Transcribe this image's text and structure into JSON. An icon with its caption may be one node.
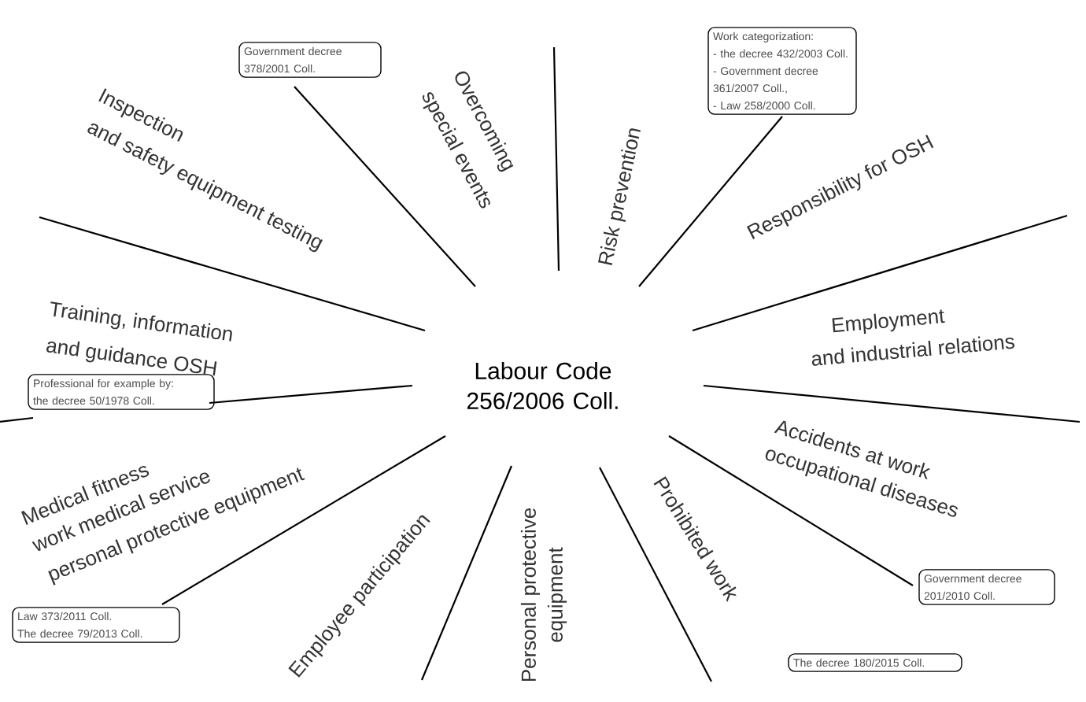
{
  "diagram": {
    "nodes": [
      {
        "text": [
          "Labour Code 256/2006 Coll."
        ]
      },
      {
        "text": [
          "Government decree 378/2001 Coll."
        ]
      },
      {
        "text": [
          "Work categorization:",
          "- the decree 432/2003 Coll.",
          "- Government decree 361/2007 Coll.,",
          "- Law 258/2000 Coll."
        ]
      },
      {
        "text": [
          "Professional for example by:",
          "the decree 50/1978 Coll."
        ]
      },
      {
        "text": [
          "Government decree 201/2010 Coll."
        ]
      },
      {
        "text": [
          "Law 373/2011 Coll.",
          "The decree 79/2013 Coll."
        ]
      },
      {
        "text": [
          "The decree 180/2015 Coll."
        ]
      }
    ],
    "labels": [
      "Inspection",
      "and safety equipment testing",
      "Overcoming",
      "special events",
      "Risk prevention",
      "Responsibility for OSH",
      "Employment",
      "and industrial relations",
      "Training, information",
      "and guidance OSH",
      "Medical fitness",
      "work medical service",
      "personal protective equipment",
      "Employee participation",
      "Personal protective",
      "equipment",
      "Prohibited work",
      "Accidents at work",
      "occupational diseases"
    ]
  }
}
